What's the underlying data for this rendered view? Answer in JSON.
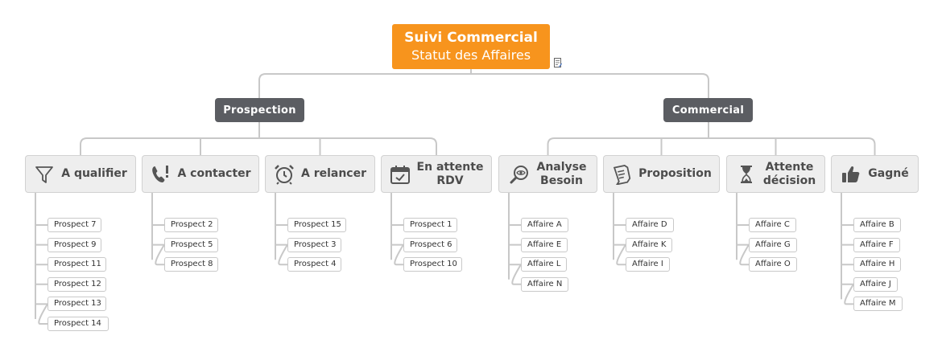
{
  "root": {
    "title": "Suivi Commercial",
    "subtitle": "Statut des Affaires",
    "note_icon": "note-icon"
  },
  "branches": [
    {
      "label": "Prospection"
    },
    {
      "label": "Commercial"
    }
  ],
  "categories": [
    {
      "label": "A qualifier",
      "icon": "funnel-icon",
      "items": [
        "Prospect 7",
        "Prospect 9",
        "Prospect 11",
        "Prospect 12",
        "Prospect 13",
        "Prospect 14"
      ]
    },
    {
      "label": "A contacter",
      "icon": "phone-alert-icon",
      "items": [
        "Prospect 2",
        "Prospect 5",
        "Prospect 8"
      ]
    },
    {
      "label": "A relancer",
      "icon": "alarm-clock-icon",
      "items": [
        "Prospect 15",
        "Prospect 3",
        "Prospect 4"
      ]
    },
    {
      "label": "En attente\nRDV",
      "icon": "calendar-check-icon",
      "items": [
        "Prospect 1",
        "Prospect 6",
        "Prospect 10"
      ]
    },
    {
      "label": "Analyse\nBesoin",
      "icon": "magnifier-eye-icon",
      "items": [
        "Affaire A",
        "Affaire E",
        "Affaire L",
        "Affaire N"
      ]
    },
    {
      "label": "Proposition",
      "icon": "document-icon",
      "items": [
        "Affaire D",
        "Affaire K",
        "Affaire I"
      ]
    },
    {
      "label": "Attente\ndécision",
      "icon": "hourglass-icon",
      "items": [
        "Affaire C",
        "Affaire G",
        "Affaire O"
      ]
    },
    {
      "label": "Gagné",
      "icon": "thumbs-up-icon",
      "items": [
        "Affaire B",
        "Affaire F",
        "Affaire H",
        "Affaire J",
        "Affaire M"
      ]
    }
  ],
  "colors": {
    "root": "#f7941d",
    "branch": "#5b5d62",
    "category": "#eeeeee",
    "connector": "#c8c8c8"
  }
}
